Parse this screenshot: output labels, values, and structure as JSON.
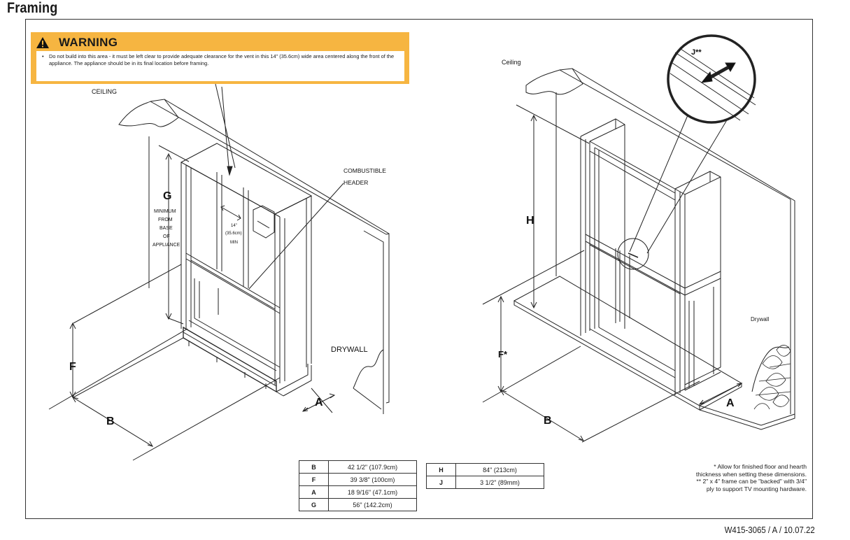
{
  "page_title": "Framing",
  "warning": {
    "heading": "WARNING",
    "body": "Do not build into this area - it must be left clear to provide adequate clearance for the vent in this 14\" (35.6cm) wide area centered along the front of the appliance. The appliance should be in its final location before framing."
  },
  "left_diagram": {
    "ceiling": "CEILING",
    "combustible_header": [
      "COMBUSTIBLE",
      "HEADER"
    ],
    "drywall": "DRYWALL",
    "dim_g": "G",
    "g_note": [
      "MINIMUM",
      "FROM",
      "BASE",
      "OF",
      "APPLIANCE"
    ],
    "vent_width": [
      "14\"",
      "(35.6cm)",
      "MIN"
    ],
    "dim_f": "F",
    "dim_b": "B",
    "dim_a": "A"
  },
  "right_diagram": {
    "ceiling": "Ceiling",
    "drywall": "Drywall",
    "dim_h": "H",
    "dim_f": "F*",
    "dim_b": "B",
    "dim_a": "A",
    "dim_j": "J**"
  },
  "dimensions_table_1": [
    {
      "key": "B",
      "value": "42 1/2\" (107.9cm)"
    },
    {
      "key": "F",
      "value": "39 3/8\" (100cm)"
    },
    {
      "key": "A",
      "value": "18 9/16\" (47.1cm)"
    },
    {
      "key": "G",
      "value": "56\" (142.2cm)"
    }
  ],
  "dimensions_table_2": [
    {
      "key": "H",
      "value": "84\" (213cm)"
    },
    {
      "key": "J",
      "value": "3 1/2\" (89mm)"
    }
  ],
  "notes": {
    "note1": "* Allow for finished floor and hearth thickness when setting these dimensions.",
    "note2": "** 2\" x 4\" frame can be \"backed\" with 3/4\" ply to support TV mounting hardware."
  },
  "doc_number": "W415-3065 / A / 10.07.22"
}
